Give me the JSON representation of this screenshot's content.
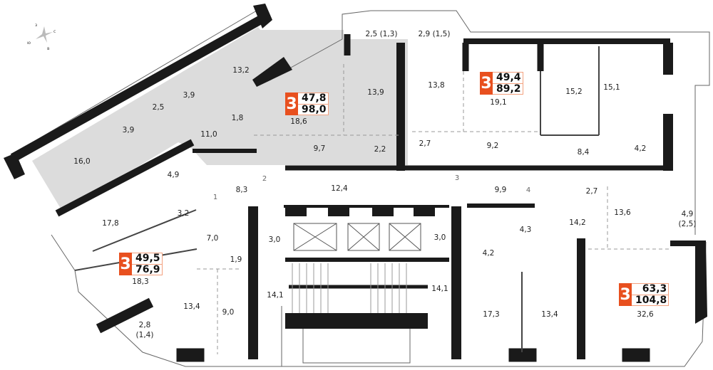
{
  "compass": {
    "n": "з",
    "e": "с",
    "s": "в",
    "w": "ю"
  },
  "apartments": [
    {
      "rooms": "3",
      "living_area": "47,8",
      "total_area": "98,0"
    },
    {
      "rooms": "3",
      "living_area": "49,4",
      "total_area": "89,2"
    },
    {
      "rooms": "3",
      "living_area": "49,5",
      "total_area": "76,9"
    },
    {
      "rooms": "3",
      "living_area": "63,3",
      "total_area": "104,8"
    }
  ],
  "rooms": {
    "a1_bedroom_a": "13,2",
    "a1_bath_a": "3,9",
    "a1_wc": "2,5",
    "a1_bath_b": "3,9",
    "a1_closet": "1,8",
    "a1_hall": "11,0",
    "a1_bedroom_b": "16,0",
    "a1_living": "18,6",
    "a1_corridor": "9,7",
    "a1_kitchen": "13,9",
    "a1_wc2": "2,2",
    "a1_balcony": "2,5 (1,3)",
    "a2_balcony": "2,9 (1,5)",
    "a2_kitchen": "13,8",
    "a2_living": "19,1",
    "a2_bedroom_a": "15,2",
    "a2_bedroom_b": "15,1",
    "a2_wc": "2,7",
    "a2_hall": "9,2",
    "a2_corridor": "8,4",
    "a2_bath": "4,2",
    "a4_bath_top": "4,9",
    "hall_1": "8,3",
    "hall_2": "12,4",
    "hall_3": "9,9",
    "a4_closet": "2,7",
    "a5_hall": "14,2",
    "a5_bedroom": "13,6",
    "a5_balcony_a": "4,9",
    "a5_balcony_b": "(2,5)",
    "a3_bedroom_a": "17,8",
    "a3_hall": "3,2",
    "a3_corridor": "7,0",
    "a3_wc": "1,9",
    "lobby_left": "3,0",
    "lobby_right": "3,0",
    "a3_bedroom_b": "18,3",
    "a3_living": "13,4",
    "a3_kitchen": "9,0",
    "a3_balcony_a": "2,8",
    "a3_balcony_b": "(1,4)",
    "stairs_left": "14,1",
    "stairs_right": "14,1",
    "a5_bath_a": "4,3",
    "a5_bath_b": "4,2",
    "a5_bedroom_b": "17,3",
    "a5_bedroom_c": "13,4",
    "a5_living": "32,6"
  },
  "doors": {
    "d1": "1",
    "d2": "2",
    "d3": "3",
    "d4": "4"
  }
}
